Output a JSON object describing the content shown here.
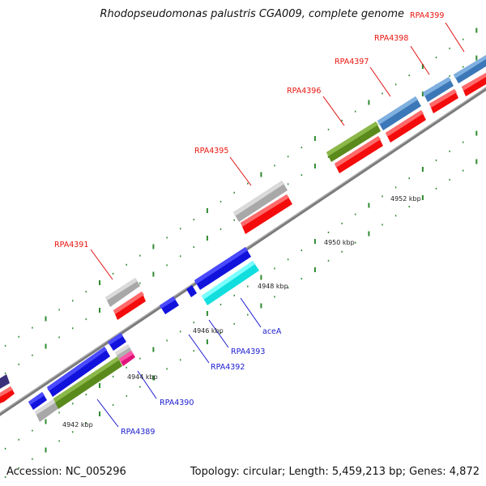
{
  "header": {
    "title": "Rhodopseudomonas palustris CGA009, complete genome"
  },
  "footer": {
    "accession": "Accession: NC_005296",
    "summary": "Topology: circular; Length: 5,459,213 bp; Genes: 4,872"
  },
  "colors": {
    "backbone": "#8a8a8a",
    "tick": "#2e8b2e",
    "top_label": "#e8150f",
    "bottom_label": "#1b1bd0"
  },
  "scale_labels": [
    "4942 kbp",
    "4944 kbp",
    "4946 kbp",
    "4948 kbp",
    "4950 kbp",
    "4952 kbp"
  ],
  "top_labels": [
    "RPA4391",
    "RPA4395",
    "RPA4396",
    "RPA4397",
    "RPA4398",
    "RPA4399"
  ],
  "bottom_labels": [
    "RPA4389",
    "RPA4390",
    "RPA4392",
    "RPA4393",
    "aceA"
  ]
}
